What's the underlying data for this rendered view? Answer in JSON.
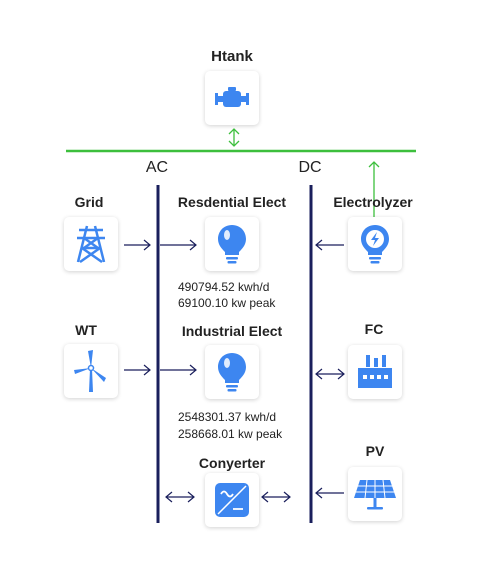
{
  "title": "",
  "colors": {
    "accent": "#3d86f0",
    "hbus": "#3dbf3d",
    "bus": "#1a1f5c",
    "arrow": "#1a1f5c"
  },
  "buses": {
    "ac_label": "AC",
    "dc_label": "DC"
  },
  "nodes": {
    "htank": {
      "label": "Htank",
      "icon": "tank-icon"
    },
    "grid": {
      "label": "Grid",
      "icon": "transmission-tower-icon"
    },
    "wt": {
      "label": "WT",
      "icon": "wind-turbine-icon"
    },
    "residential": {
      "label": "Resdential Elect",
      "icon": "lightbulb-icon",
      "energy": "490794.52 kwh/d",
      "peak": "69100.10 kw peak"
    },
    "industrial": {
      "label": "Industrial Elect",
      "icon": "lightbulb-icon",
      "energy": "2548301.37 kwh/d",
      "peak": "258668.01 kw peak"
    },
    "converter": {
      "label": "Conyerter",
      "icon": "converter-icon"
    },
    "electrolyzer": {
      "label": "Electrolyzer",
      "icon": "electrolyzer-icon"
    },
    "fc": {
      "label": "FC",
      "icon": "factory-icon"
    },
    "pv": {
      "label": "PV",
      "icon": "solar-panel-icon"
    }
  }
}
